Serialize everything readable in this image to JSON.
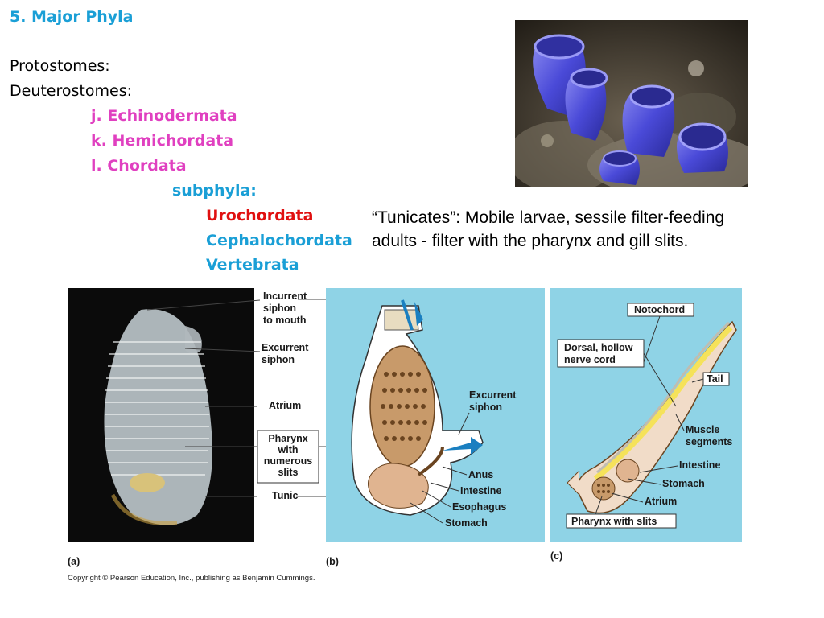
{
  "heading": "5. Major Phyla",
  "outline": {
    "protostomes": "Protostomes:",
    "deuterostomes": "Deuterostomes:",
    "phyla": [
      "j. Echinodermata",
      "k. Hemichordata",
      "l. Chordata"
    ],
    "subphyla_label": "subphyla:",
    "subphyla": [
      "Urochordata",
      "Cephalochordata",
      "Vertebrata"
    ]
  },
  "caption": "“Tunicates”: Mobile larvae, sessile filter-feeding adults - filter with the pharynx and gill slits.",
  "figure": {
    "panel_a": {
      "letter": "(a)",
      "labels": {
        "incurrent": [
          "Incurrent",
          "siphon",
          "to mouth"
        ],
        "excurrent": [
          "Excurrent",
          "siphon"
        ],
        "atrium": "Atrium",
        "pharynx": [
          "Pharynx",
          "with",
          "numerous",
          "slits"
        ],
        "tunic": "Tunic"
      }
    },
    "panel_b": {
      "letter": "(b)",
      "labels": {
        "excurrent": [
          "Excurrent",
          "siphon"
        ],
        "anus": "Anus",
        "intestine": "Intestine",
        "esophagus": "Esophagus",
        "stomach": "Stomach"
      }
    },
    "panel_c": {
      "letter": "(c)",
      "labels": {
        "notochord": "Notochord",
        "nerve_cord": [
          "Dorsal, hollow",
          "nerve cord"
        ],
        "tail": "Tail",
        "muscle": [
          "Muscle",
          "segments"
        ],
        "intestine": "Intestine",
        "stomach": "Stomach",
        "atrium": "Atrium",
        "pharynx": "Pharynx with slits"
      }
    },
    "copyright": "Copyright © Pearson Education, Inc., publishing as Benjamin Cummings."
  },
  "colors": {
    "heading": "#1a9fd6",
    "phyla": "#e040c0",
    "subphyla_label": "#1a9fd6",
    "urochordata": "#e01010",
    "other_subphyla": "#1a9fd6",
    "panel_bg": "#8fd3e6"
  }
}
